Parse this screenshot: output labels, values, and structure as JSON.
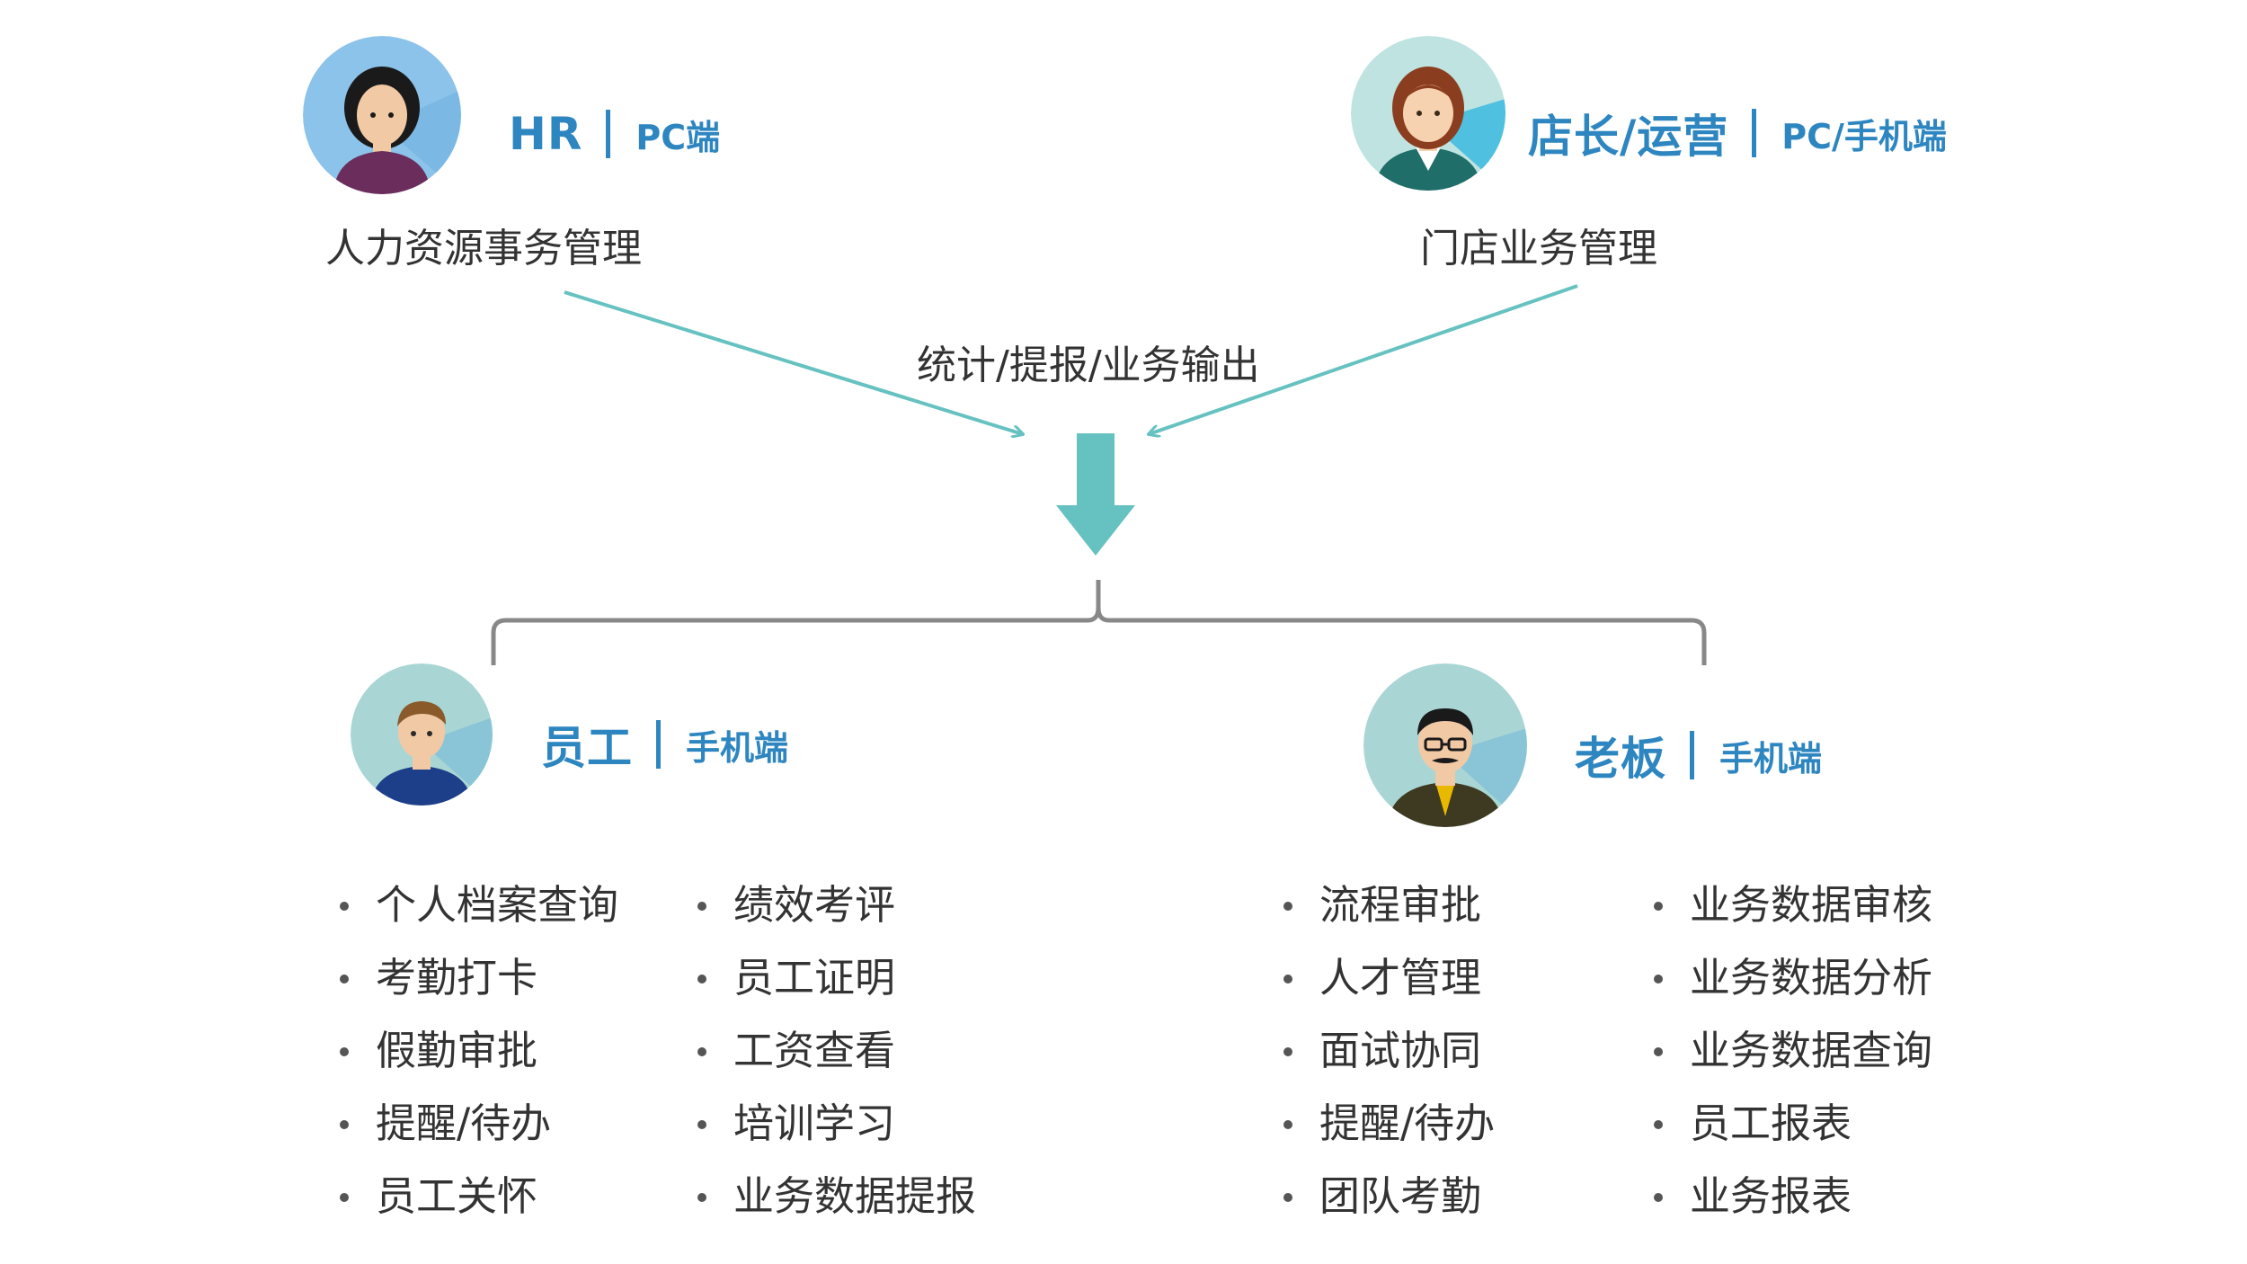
{
  "roles": {
    "hr": {
      "name": "HR",
      "platform": "PC端",
      "description": "人力资源事务管理"
    },
    "manager": {
      "name": "店长/运营",
      "platform": "PC/手机端",
      "description": "门店业务管理"
    },
    "employee": {
      "name": "员工",
      "platform": "手机端",
      "features_col1": [
        "个人档案查询",
        "考勤打卡",
        "假勤审批",
        "提醒/待办",
        "员工关怀"
      ],
      "features_col2": [
        "绩效考评",
        "员工证明",
        "工资查看",
        "培训学习",
        "业务数据提报"
      ]
    },
    "boss": {
      "name": "老板",
      "platform": "手机端",
      "features_col1": [
        "流程审批",
        "人才管理",
        "面试协同",
        "提醒/待办",
        "团队考勤"
      ],
      "features_col2": [
        "业务数据审核",
        "业务数据分析",
        "业务数据查询",
        "员工报表",
        "业务报表"
      ]
    }
  },
  "flow_label": "统计/提报/业务输出",
  "colors": {
    "accent_blue": "#2e86c1",
    "arrow_teal": "#66c2c0",
    "bracket_gray": "#888888",
    "text": "#333333"
  },
  "icons": [
    "hr-avatar-icon",
    "manager-avatar-icon",
    "employee-avatar-icon",
    "boss-avatar-icon",
    "down-arrow-icon"
  ]
}
